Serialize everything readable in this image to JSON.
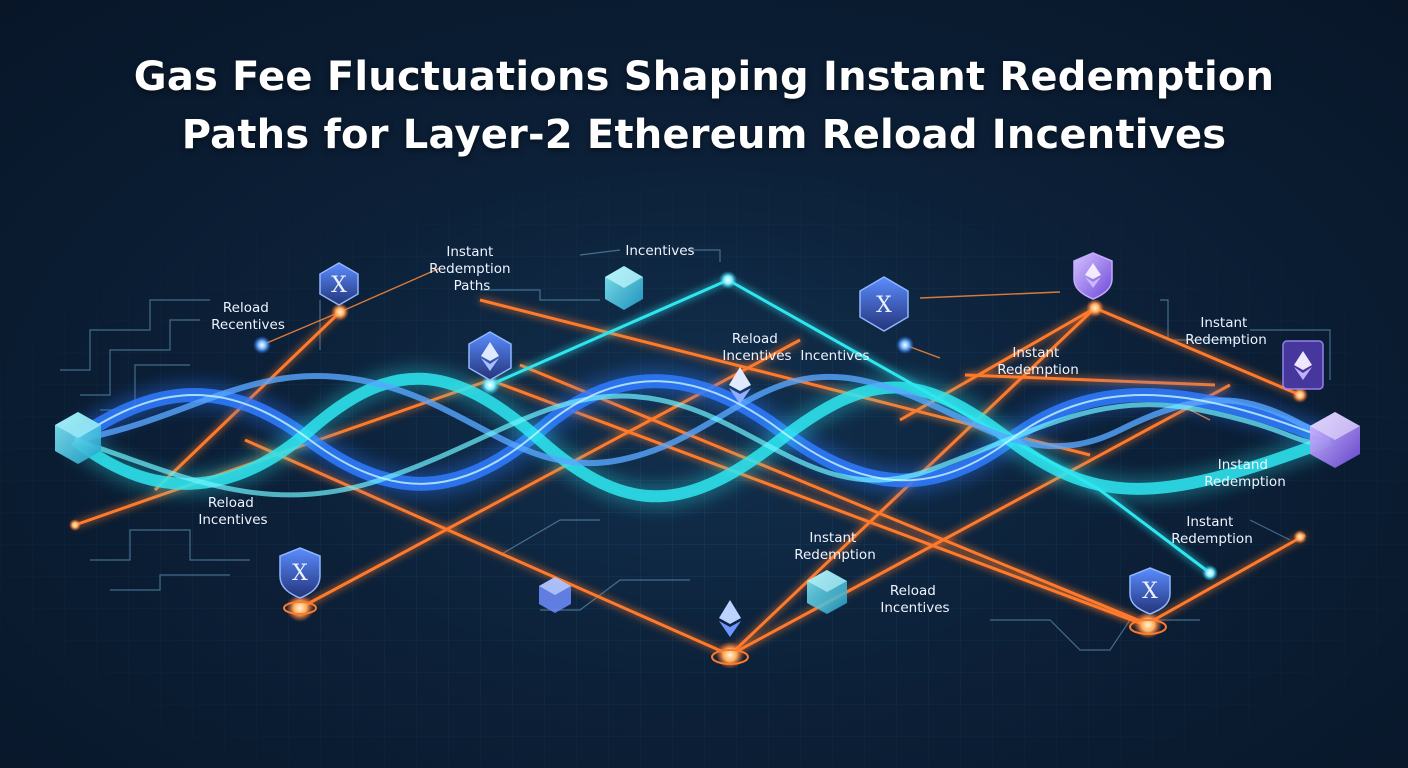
{
  "title": {
    "line1": "Gas Fee Fluctuations Shaping Instant Redemption",
    "line2": "Paths for Layer-2 Ethereum Reload Incentives"
  },
  "labels": {
    "instant_redemption_paths": [
      "Instant",
      "Redemption",
      "Paths"
    ],
    "incentives_top": "Incentives",
    "reload_recentives": [
      "Reload",
      "Recentives"
    ],
    "reload_incentives_mid": [
      "Reload",
      "Incentives"
    ],
    "incentives_mid": "Incentives",
    "instant_redemption_right_upper": [
      "Instant",
      "Redemption"
    ],
    "instant_redemption_center_right": [
      "Instant",
      "Redemption"
    ],
    "instand_redemption": [
      "Instand",
      "Redemption"
    ],
    "instant_redemption_right_lower": [
      "Instant",
      "Redemption"
    ],
    "reload_incentives_left": [
      "Reload",
      "Incentives"
    ],
    "instant_redemption_bottom": [
      "Instant",
      "Redemption"
    ],
    "reload_incentives_bottom": [
      "Reload",
      "Incentives"
    ]
  },
  "icons": {
    "x_glyph": "X",
    "names": [
      "x-token-hexagon-icon",
      "ethereum-diamond-icon",
      "crystal-gem-icon",
      "shield-icon",
      "cube-icon"
    ]
  },
  "colors": {
    "background": "#0b1a2e",
    "cyan_wave": "#2ee6f0",
    "blue_wave": "#2f7bff",
    "orange_path": "#ff7a2a",
    "purple_node": "#9b6bff"
  }
}
